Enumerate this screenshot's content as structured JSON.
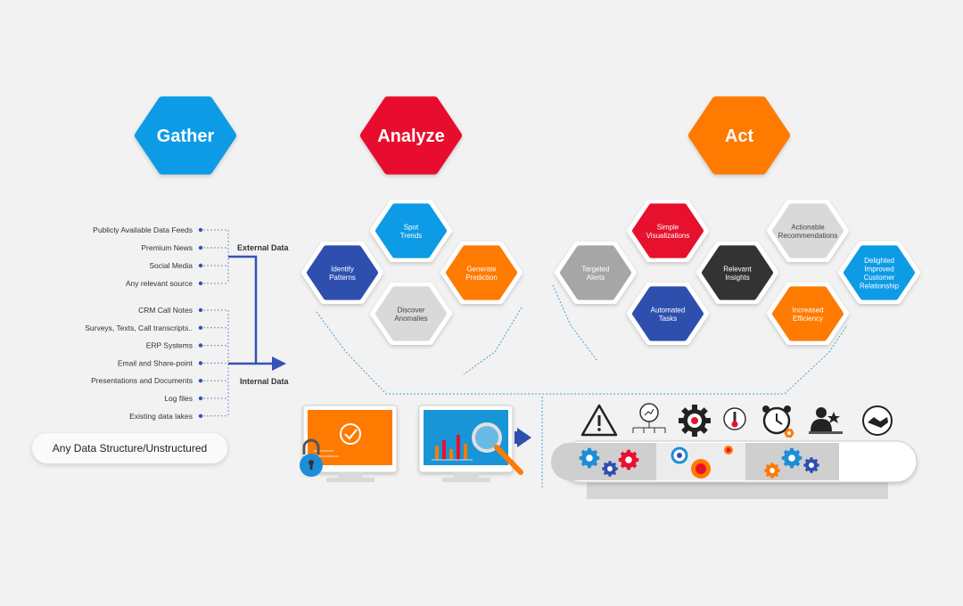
{
  "stages": {
    "gather": "Gather",
    "analyze": "Analyze",
    "act": "Act"
  },
  "colors": {
    "blue": "#0d9be6",
    "red": "#e8112d",
    "orange": "#ff7a00",
    "navy": "#2e4fae",
    "gray": "#a6a6a6",
    "lightgray": "#d9d9d9",
    "dark": "#333333"
  },
  "sources": {
    "external": [
      "Publicly Available Data Feeds",
      "Premium News",
      "Social Media",
      "Any relevant source"
    ],
    "internal": [
      "CRM Call Notes",
      "Surveys, Texts, Call transcripts..",
      "ERP Systems",
      "Email and Share-point",
      "Presentations and Documents",
      "Log files",
      "Existing data lakes"
    ],
    "external_label": "External Data",
    "internal_label": "Internal Data",
    "unstructured_label": "Any Data Structure/Unstructured"
  },
  "analyze_hexes": [
    {
      "id": "spot-trends",
      "lines": [
        "Spot",
        "Trends"
      ],
      "color": "blue"
    },
    {
      "id": "identify-patterns",
      "lines": [
        "Identify",
        "Patterns"
      ],
      "color": "navy"
    },
    {
      "id": "generate-prediction",
      "lines": [
        "Generate",
        "Prediction"
      ],
      "color": "orange"
    },
    {
      "id": "discover-anomalies",
      "lines": [
        "Discover",
        "Anomalies"
      ],
      "color": "lightgray"
    }
  ],
  "act_hexes": [
    {
      "id": "simple-visualizations",
      "lines": [
        "Simple",
        "Visualizations"
      ],
      "color": "red"
    },
    {
      "id": "actionable-recommendations",
      "lines": [
        "Actionable",
        "Recommendations"
      ],
      "color": "lightgray"
    },
    {
      "id": "targeted-alerts",
      "lines": [
        "Targeted",
        "Alerts"
      ],
      "color": "gray"
    },
    {
      "id": "relevant-insights",
      "lines": [
        "Relevant",
        "Insights"
      ],
      "color": "dark"
    },
    {
      "id": "delighted-customer",
      "lines": [
        "Delighted",
        "Improved",
        "Customer",
        "Relationship"
      ],
      "color": "blue"
    },
    {
      "id": "automated-tasks",
      "lines": [
        "Automated",
        "Tasks"
      ],
      "color": "navy"
    },
    {
      "id": "increased-efficiency",
      "lines": [
        "Increased",
        "Efficiency"
      ],
      "color": "orange"
    }
  ],
  "conveyor_icons": [
    "warning-icon",
    "chart-hierarchy-icon",
    "gear-circle-icon",
    "thermometer-icon",
    "alarm-clock-icon",
    "person-star-icon",
    "handshake-icon"
  ]
}
